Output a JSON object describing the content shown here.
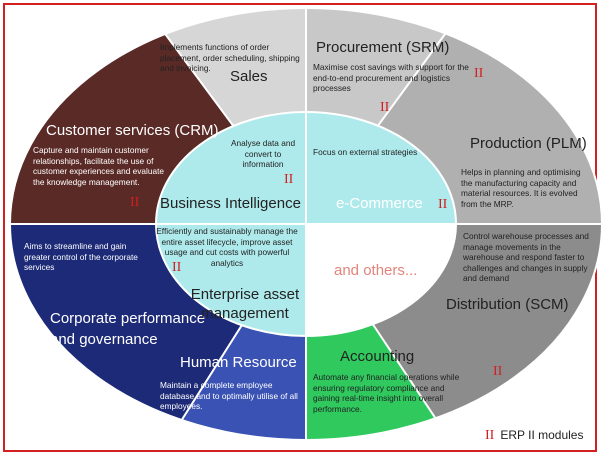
{
  "colors": {
    "sales": "#d6d6d6",
    "procurement": "#c8c8c8",
    "production": "#b0b0b0",
    "distribution": "#8c8c8c",
    "accounting": "#2fc95e",
    "human_resource": "#3a52b4",
    "corporate": "#1d2a77",
    "customer_services": "#5a2a26",
    "inner_ring": "#aeeaec",
    "legend_mark": "#d21f1f",
    "border": "#d21f1f"
  },
  "inner": {
    "business_intelligence": {
      "title": "Business Intelligence",
      "desc": "Analyse data and convert to information"
    },
    "e_commerce": {
      "title": "e-Commerce",
      "desc": "Focus on external strategies"
    },
    "enterprise_asset": {
      "title": "Enterprise asset management",
      "desc": "Efficiently and sustainably manage the entire asset lifecycle, improve asset usage and cut costs with powerful analytics"
    },
    "others": "and others..."
  },
  "outer": {
    "sales": {
      "title": "Sales",
      "desc": "Implements functions of order placement, order scheduling, shipping and invoicing."
    },
    "procurement": {
      "title": "Procurement (SRM)",
      "desc": "Maximise cost savings with support for the end-to-end procurement and logistics processes"
    },
    "production": {
      "title": "Production (PLM)",
      "desc": "Helps in planning and optimising the manufacturing capacity and material resources. It is evolved from the MRP."
    },
    "distribution": {
      "title": "Distribution (SCM)",
      "desc": "Control warehouse processes and manage movements in the warehouse and respond faster to challenges and changes in supply and demand"
    },
    "accounting": {
      "title": "Accounting",
      "desc": "Automate any financial operations while ensuring regulatory compliance and gaining real-time insight into overall performance."
    },
    "human_resource": {
      "title": "Human Resource",
      "desc": "Maintain a complete employee database and to optimally utilise of all employees."
    },
    "corporate": {
      "title": "Corporate performance and governance",
      "desc": "Aims to streamline and gain greater control of the corporate services"
    },
    "customer_services": {
      "title": "Customer services (CRM)",
      "desc": "Capture and maintain customer relationships, facilitate the use of customer experiences and evaluate the knowledge management."
    }
  },
  "marker": "II",
  "legend": {
    "mark": "II",
    "label": "ERP II modules"
  }
}
